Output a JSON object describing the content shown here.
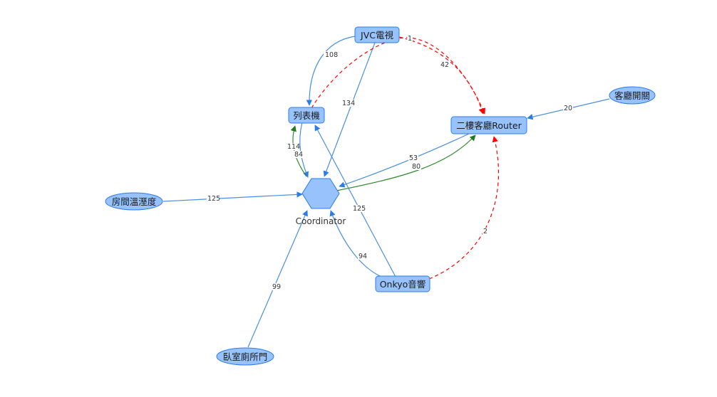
{
  "colors": {
    "node_fill": "#97c2fc",
    "node_border": "#2b7ce9",
    "edge_blue": "#4a8fe0",
    "edge_green": "#2e8b2e",
    "edge_red": "#ff0000",
    "arrow_blue": "#2b7ce9"
  },
  "nodes": [
    {
      "id": "jvc",
      "label": "JVC電視",
      "shape": "box",
      "icon": "rounded-rectangle"
    },
    {
      "id": "printer",
      "label": "列表機",
      "shape": "box",
      "icon": "rounded-rectangle"
    },
    {
      "id": "router",
      "label": "二樓客廳Router",
      "shape": "box",
      "icon": "rounded-rectangle"
    },
    {
      "id": "switch",
      "label": "客廳開關",
      "shape": "ellipse",
      "icon": "ellipse"
    },
    {
      "id": "coordinator",
      "label": "Coordinator",
      "shape": "hexagon",
      "icon": "hexagon"
    },
    {
      "id": "roomtemp",
      "label": "房間溫溼度",
      "shape": "ellipse",
      "icon": "ellipse"
    },
    {
      "id": "onkyo",
      "label": "Onkyo音響",
      "shape": "box",
      "icon": "rounded-rectangle"
    },
    {
      "id": "bathdoor",
      "label": "臥室廁所門",
      "shape": "ellipse",
      "icon": "ellipse"
    }
  ],
  "edges": [
    {
      "from": "jvc",
      "to": "printer",
      "label": "108",
      "style": "solid",
      "color": "blue"
    },
    {
      "from": "jvc",
      "to": "coordinator",
      "label": "134",
      "style": "solid",
      "color": "blue"
    },
    {
      "from": "jvc",
      "to": "router",
      "label": "42",
      "style": "dashed",
      "color": "red"
    },
    {
      "from": "printer",
      "to": "router",
      "label": "1",
      "style": "dashed",
      "color": "red"
    },
    {
      "from": "printer",
      "to": "coordinator",
      "label": "84",
      "style": "solid",
      "color": "blue"
    },
    {
      "from": "coordinator",
      "to": "printer",
      "label": "114",
      "style": "solid",
      "color": "green"
    },
    {
      "from": "router",
      "to": "coordinator",
      "label": "53",
      "style": "solid",
      "color": "blue"
    },
    {
      "from": "coordinator",
      "to": "router",
      "label": "80",
      "style": "solid",
      "color": "green"
    },
    {
      "from": "switch",
      "to": "router",
      "label": "20",
      "style": "solid",
      "color": "blue"
    },
    {
      "from": "roomtemp",
      "to": "coordinator",
      "label": "125",
      "style": "solid",
      "color": "blue"
    },
    {
      "from": "onkyo",
      "to": "printer",
      "label": "125",
      "style": "solid",
      "color": "blue"
    },
    {
      "from": "onkyo",
      "to": "coordinator",
      "label": "94",
      "style": "solid",
      "color": "blue"
    },
    {
      "from": "onkyo",
      "to": "router",
      "label": "2",
      "style": "dashed",
      "color": "red"
    },
    {
      "from": "bathdoor",
      "to": "coordinator",
      "label": "99",
      "style": "solid",
      "color": "blue"
    }
  ]
}
